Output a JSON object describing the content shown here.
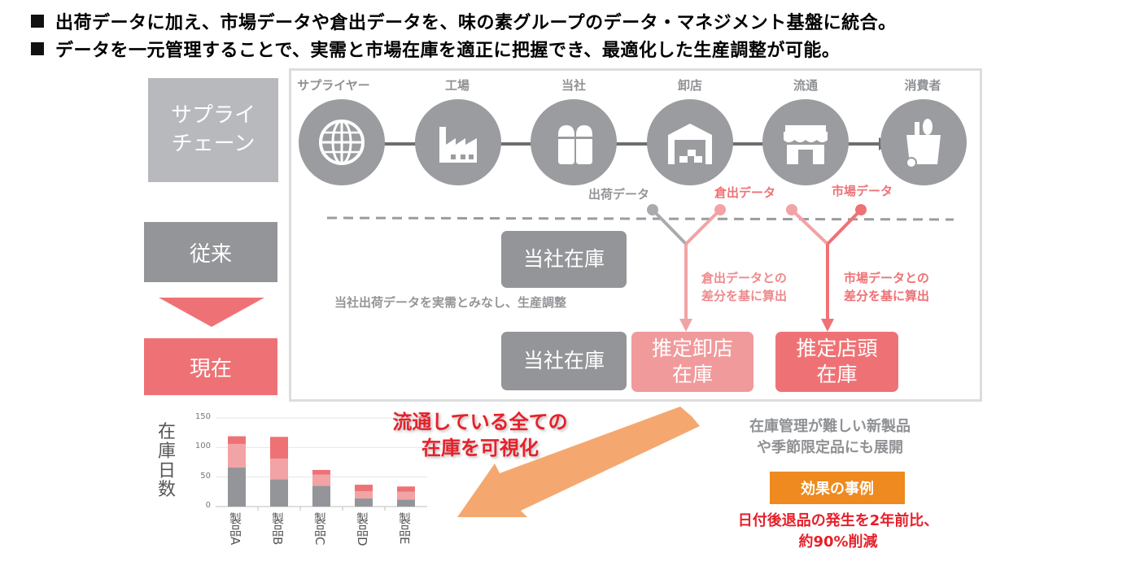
{
  "header": {
    "bullet1": "出荷データに加え、市場データや倉出データを、味の素グループのデータ・マネジメント基盤に統合。",
    "bullet2": "データを一元管理することで、実需と市場在庫を適正に把握でき、最適化した生産調整が可能。"
  },
  "left": {
    "supply_chain": "サプライ\nチェーン",
    "before": "従来",
    "now": "現在"
  },
  "stages": [
    {
      "label": "サプライヤー",
      "icon": "globe-icon"
    },
    {
      "label": "工場",
      "icon": "factory-icon"
    },
    {
      "label": "当社",
      "icon": "salt-pepper-icon"
    },
    {
      "label": "卸店",
      "icon": "warehouse-icon"
    },
    {
      "label": "流通",
      "icon": "store-icon"
    },
    {
      "label": "消費者",
      "icon": "grocery-bag-icon"
    }
  ],
  "data_labels": {
    "shipment": "出荷データ",
    "warehouse_out": "倉出データ",
    "market": "市場データ"
  },
  "before_section": {
    "inventory": "当社在庫",
    "note": "当社出荷データを実需とみなし、生産調整"
  },
  "diff_notes": {
    "warehouse": "倉出データとの\n差分を基に算出",
    "market": "市場データとの\n差分を基に算出"
  },
  "now_section": {
    "company_inventory": "当社在庫",
    "est_wholesale": "推定卸店\n在庫",
    "est_store": "推定店頭\n在庫"
  },
  "callout": "流通している全ての\n在庫を可視化",
  "expansion": "在庫管理が難しい新製品\nや季節限定品にも展開",
  "effect": {
    "badge": "効果の事例",
    "result": "日付後退品の発生を2年前比、\n約90%削減"
  },
  "colors": {
    "gray": "#939598",
    "light_gray": "#b7b9bc",
    "red": "#ee7275",
    "pink": "#f2a3a5",
    "orange": "#ee8a1f",
    "accent_red": "#e6202a",
    "arrow_orange": "#f4a870"
  },
  "chart_data": {
    "type": "bar",
    "stacked": true,
    "ylabel": "在庫日数",
    "ylim": [
      0,
      150
    ],
    "yticks": [
      "0",
      "50",
      "100",
      "150"
    ],
    "categories": [
      "製品A",
      "製品B",
      "製品C",
      "製品D",
      "製品E"
    ],
    "series": [
      {
        "values": [
          66,
          46,
          35,
          14,
          12
        ],
        "color": "#939598"
      },
      {
        "values": [
          40,
          35,
          19,
          12,
          13
        ],
        "color": "#f2a3a5"
      },
      {
        "values": [
          13,
          37,
          8,
          11,
          9
        ],
        "color": "#ee7275"
      }
    ]
  }
}
